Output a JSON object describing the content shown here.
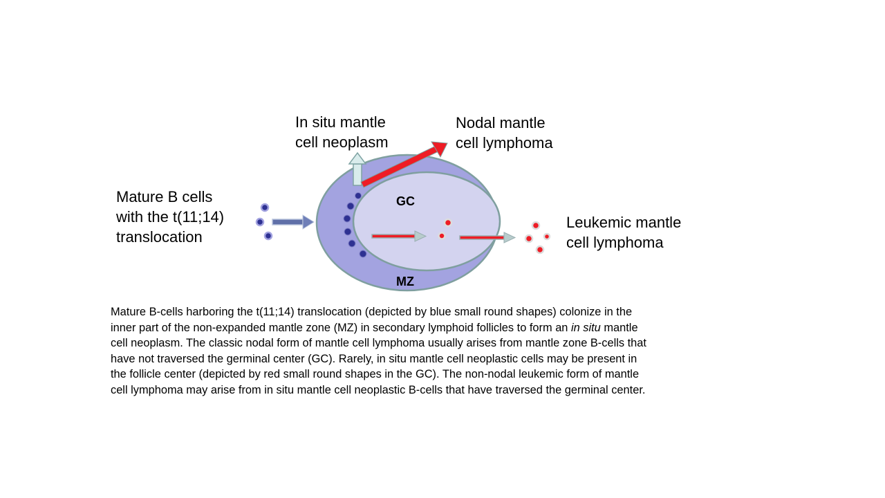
{
  "labels": {
    "mature_line1": "Mature B cells",
    "mature_line2": "with the t(11;14)",
    "mature_line3": "translocation",
    "insitu_line1": "In situ mantle",
    "insitu_line2": "cell neoplasm",
    "nodal_line1": "Nodal mantle",
    "nodal_line2": "cell lymphoma",
    "leukemic_line1": "Leukemic mantle",
    "leukemic_line2": "cell lymphoma",
    "gc": "GC",
    "mz": "MZ"
  },
  "caption": {
    "line1": "Mature B-cells harboring the t(11;14) translocation (depicted by blue small round shapes) colonize in the",
    "line2_before": "inner part of the non-expanded mantle zone (MZ) in secondary lymphoid follicles to form an ",
    "line2_italic": "in situ",
    "line2_after": " mantle",
    "line3": "cell neoplasm. The classic nodal form of mantle cell lymphoma usually arises from mantle zone B-cells that",
    "line4": "have not traversed the germinal center (GC). Rarely, in situ mantle cell neoplastic cells may be present in",
    "line5": "the follicle center (depicted by red small round shapes in the GC). The non-nodal leukemic form of mantle",
    "line6": "cell lymphoma may arise from in situ mantle cell neoplastic B-cells that have traversed the germinal center."
  },
  "colors": {
    "mantle_zone": "#a3a3e0",
    "germinal_center": "#d3d3ef",
    "outline": "#7f9f9f",
    "blue_cell": "#2e3192",
    "red_cell": "#ee1c25",
    "red_arrow": "#ee1c25",
    "pale_arrow": "#d9ecec",
    "arrow_shaft": "#5f6fa8"
  }
}
